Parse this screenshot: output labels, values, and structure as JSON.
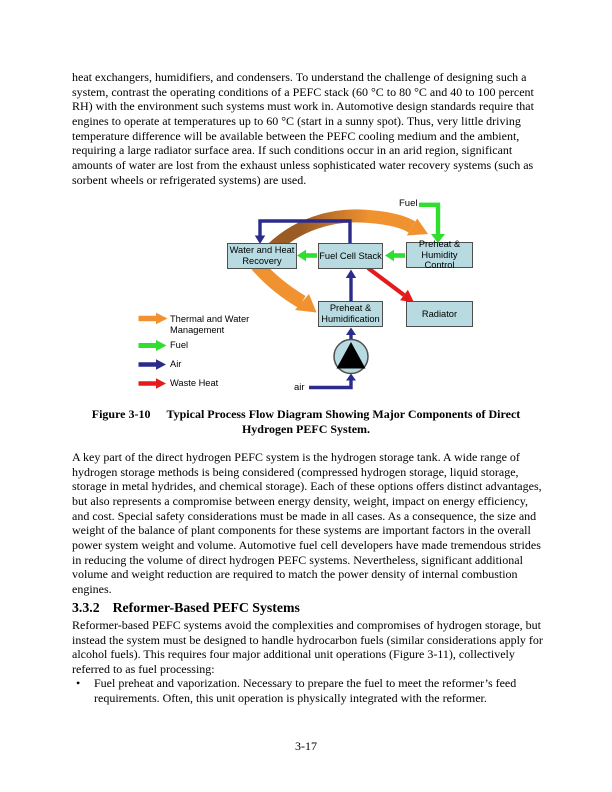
{
  "document": {
    "paragraph_1": "heat exchangers, humidifiers, and condensers. To understand the challenge of designing such a system, contrast the operating conditions of a PEFC stack (60 °C to 80 °C and 40 to 100 percent RH) with the environment such systems must work in. Automotive design standards require that engines to operate at temperatures up to 60 °C (start in a sunny spot). Thus, very little driving temperature difference will be available between the PEFC cooling medium and the ambient, requiring a large radiator surface area. If such conditions occur in an arid region, significant amounts of water are lost from the exhaust unless sophisticated water recovery systems (such as sorbent wheels or refrigerated systems) are used.",
    "figure": {
      "caption_label": "Figure 3-10",
      "caption_text": "Typical Process Flow Diagram Showing Major Components of Direct Hydrogen PEFC System.",
      "fuel_inlet_label": "Fuel",
      "air_inlet_label": "air",
      "boxes": {
        "water_heat_recovery": "Water and Heat\nRecovery",
        "fuel_cell_stack": "Fuel Cell Stack",
        "preheat_humidity_control": "Preheat &\nHumidity Control",
        "preheat_humidification": "Preheat &\nHumidification",
        "radiator": "Radiator"
      },
      "legend": [
        {
          "label": "Thermal and Water\nManagement",
          "color": "#F0922F"
        },
        {
          "label": "Fuel",
          "color": "#2FDE2F"
        },
        {
          "label": "Air",
          "color": "#2B2B8C"
        },
        {
          "label": "Waste Heat",
          "color": "#E31B1B"
        }
      ],
      "colors": {
        "box_fill": "#B7DBE0",
        "box_border": "#4F4F4F",
        "thermal_orange": "#F0922F",
        "thermal_orange_dark": "#9A5B24",
        "fuel_green": "#2FDE2F",
        "air_blue": "#2B2B8C",
        "waste_heat_red": "#E31B1B"
      }
    },
    "paragraph_2": "A key part of the direct hydrogen PEFC system is the hydrogen storage tank. A wide range of hydrogen storage methods is being considered (compressed hydrogen storage, liquid storage, storage in metal hydrides, and chemical storage). Each of these options offers distinct advantages, but also represents a compromise between energy density, weight, impact on energy efficiency, and cost. Special safety considerations must be made in all cases.  As a consequence, the size and weight of the balance of plant components for these systems are important factors in the overall power system weight and volume. Automotive fuel cell developers have made tremendous strides in reducing the volume of direct hydrogen PEFC systems. Nevertheless, significant additional volume and weight reduction are required to match the power density of internal combustion engines.",
    "section": {
      "number": "3.3.2",
      "title": "Reformer-Based PEFC Systems"
    },
    "paragraph_3": "Reformer-based PEFC systems avoid the complexities and compromises of hydrogen storage, but instead the system must be designed to handle hydrocarbon fuels (similar considerations apply for alcohol fuels). This requires four major additional unit operations (Figure 3-11), collectively referred to as fuel processing:",
    "bullet_marker": "•",
    "bullets": [
      {
        "text": "Fuel preheat and vaporization. Necessary to prepare the fuel to meet the reformer’s feed requirements. Often, this unit operation is physically integrated with the reformer."
      }
    ],
    "footer": {
      "page_number": "3-17"
    }
  }
}
